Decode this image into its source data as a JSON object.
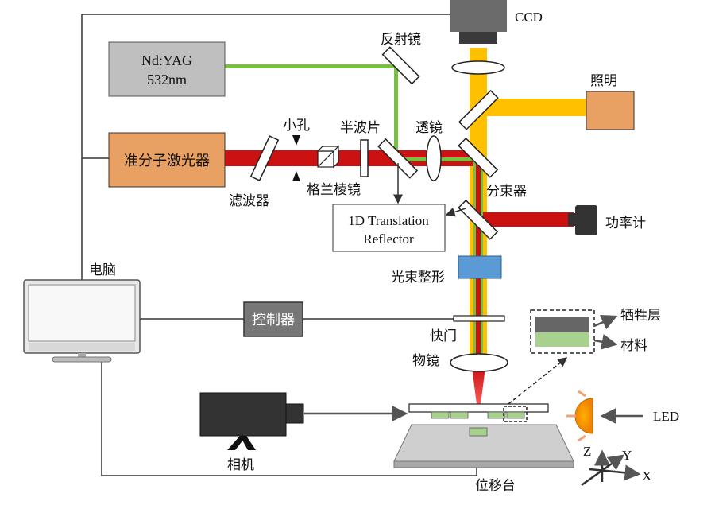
{
  "labels": {
    "ccd": "CCD",
    "nd_yag_line1": "Nd:YAG",
    "nd_yag_line2": "532nm",
    "mirror": "反射镜",
    "illumination": "照明",
    "excimer_laser": "准分子激光器",
    "pinhole": "小孔",
    "half_wave_plate": "半波片",
    "lens": "透镜",
    "filter": "滤波器",
    "glan_prism": "格兰棱镜",
    "beam_splitter": "分束器",
    "translation_reflector_line1": "1D Translation",
    "translation_reflector_line2": "Reflector",
    "power_meter": "功率计",
    "computer": "电脑",
    "beam_shaper": "光束整形",
    "controller": "控制器",
    "shutter": "快门",
    "objective": "物镜",
    "sacrificial_layer": "牺牲层",
    "material": "材料",
    "camera": "相机",
    "led": "LED",
    "stage": "位移台",
    "axis_z": "Z",
    "axis_y": "Y",
    "axis_x": "X"
  },
  "colors": {
    "red_beam": "#cc1111",
    "green_beam": "#77c043",
    "yellow_beam": "#ffc000",
    "orange_box": "#e8a063",
    "gray_box": "#bfbfbf",
    "blue_shaper": "#5b9bd5",
    "dark_device": "#333333"
  }
}
